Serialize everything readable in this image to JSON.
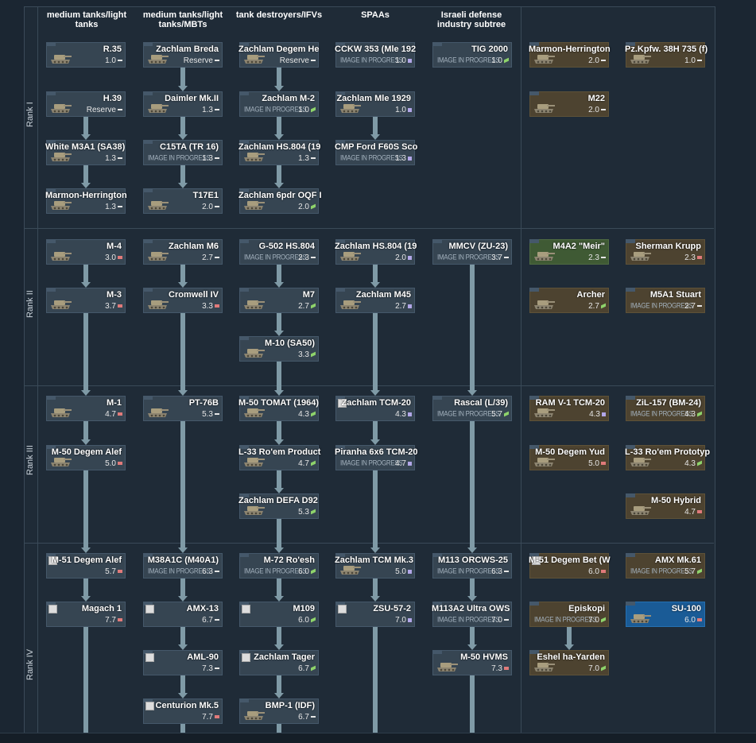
{
  "columns": [
    "medium tanks/light tanks",
    "medium tanks/light tanks/MBTs",
    "tank destroyers/IFVs",
    "SPAAs",
    "Israeli defense industry subtree"
  ],
  "ranks": [
    "Rank I",
    "Rank II",
    "Rank III",
    "Rank IV"
  ],
  "image_placeholder": "IMAGE IN PROGRESS",
  "vehicles": [
    {
      "name": "R.35",
      "br": "1.0",
      "m": "w",
      "k": "n"
    },
    {
      "name": "H.39",
      "br": "Reserve",
      "m": "w",
      "k": "n"
    },
    {
      "name": "White M3A1 (SA38)",
      "br": "1.3",
      "m": "w",
      "k": "n"
    },
    {
      "name": "Marmon-Herrington",
      "br": "1.3",
      "m": "w",
      "k": "n"
    },
    {
      "name": "M-4",
      "br": "3.0",
      "m": "r",
      "k": "n"
    },
    {
      "name": "M-3",
      "br": "3.7",
      "m": "r",
      "k": "n"
    },
    {
      "name": "M-1",
      "br": "4.7",
      "m": "r",
      "k": "n"
    },
    {
      "name": "M-50 Degem Alef",
      "br": "5.0",
      "m": "r",
      "k": "n"
    },
    {
      "name": "M-51 Degem Alef",
      "br": "5.7",
      "m": "r",
      "k": "b"
    },
    {
      "name": "Magach 1",
      "br": "7.7",
      "m": "r",
      "k": "b"
    },
    {
      "name": "Zachlam Breda",
      "br": "Reserve",
      "m": "w",
      "k": "n"
    },
    {
      "name": "Daimler Mk.II",
      "br": "1.3",
      "m": "w",
      "k": "n"
    },
    {
      "name": "C15TA (TR 16)",
      "br": "1.3",
      "m": "w",
      "k": "i"
    },
    {
      "name": "T17E1",
      "br": "2.0",
      "m": "w",
      "k": "n"
    },
    {
      "name": "Zachlam M6",
      "br": "2.7",
      "m": "w",
      "k": "n"
    },
    {
      "name": "Cromwell IV",
      "br": "3.3",
      "m": "r",
      "k": "n"
    },
    {
      "name": "PT-76B",
      "br": "5.3",
      "m": "w",
      "k": "n"
    },
    {
      "name": "M38A1C (M40A1)",
      "br": "6.3",
      "m": "w",
      "k": "i"
    },
    {
      "name": "AMX-13",
      "br": "6.7",
      "m": "w",
      "k": "b"
    },
    {
      "name": "AML-90",
      "br": "7.3",
      "m": "w",
      "k": "b"
    },
    {
      "name": "Centurion Mk.5",
      "br": "7.7",
      "m": "r",
      "k": "b"
    },
    {
      "name": "Zachlam Degem He",
      "br": "Reserve",
      "m": "w",
      "k": "n"
    },
    {
      "name": "Zachlam M-2",
      "br": "1.0",
      "m": "g",
      "k": "i"
    },
    {
      "name": "Zachlam HS.804 (19",
      "br": "1.3",
      "m": "w",
      "k": "n"
    },
    {
      "name": "Zachlam 6pdr OQF I",
      "br": "2.0",
      "m": "g",
      "k": "n"
    },
    {
      "name": "G-502 HS.804",
      "br": "2.3",
      "m": "w",
      "k": "i"
    },
    {
      "name": "M7",
      "br": "2.7",
      "m": "g",
      "k": "n"
    },
    {
      "name": "M-10 (SA50)",
      "br": "3.3",
      "m": "g",
      "k": "n"
    },
    {
      "name": "M-50 TOMAT (1964)",
      "br": "4.3",
      "m": "g",
      "k": "n"
    },
    {
      "name": "L-33 Ro'em Product",
      "br": "4.7",
      "m": "g",
      "k": "n"
    },
    {
      "name": "Zachlam DEFA D92",
      "br": "5.3",
      "m": "g",
      "k": "n"
    },
    {
      "name": "M-72 Ro'esh",
      "br": "6.0",
      "m": "g",
      "k": "i"
    },
    {
      "name": "M109",
      "br": "6.0",
      "m": "g",
      "k": "b"
    },
    {
      "name": "Zachlam Tager",
      "br": "6.7",
      "m": "g",
      "k": "b"
    },
    {
      "name": "BMP-1 (IDF)",
      "br": "6.7",
      "m": "w",
      "k": "n"
    },
    {
      "name": "CCKW 353 (Mle 192",
      "br": "1.0",
      "m": "p",
      "k": "i"
    },
    {
      "name": "Zachlam Mle 1929",
      "br": "1.0",
      "m": "p",
      "k": "n"
    },
    {
      "name": "CMP Ford F60S Sco",
      "br": "1.3",
      "m": "p",
      "k": "i"
    },
    {
      "name": "Zachlam HS.804 (19",
      "br": "2.0",
      "m": "p",
      "k": "n"
    },
    {
      "name": "Zachlam M45",
      "br": "2.7",
      "m": "p",
      "k": "n"
    },
    {
      "name": "Zachlam TCM-20",
      "br": "4.3",
      "m": "p",
      "k": "b"
    },
    {
      "name": "Piranha 6x6 TCM-20",
      "br": "4.7",
      "m": "p",
      "k": "i"
    },
    {
      "name": "Zachlam TCM Mk.3",
      "br": "5.0",
      "m": "p",
      "k": "n"
    },
    {
      "name": "ZSU-57-2",
      "br": "7.0",
      "m": "p",
      "k": "b"
    },
    {
      "name": "TIG 2000",
      "br": "1.0",
      "m": "g",
      "k": "i"
    },
    {
      "name": "MMCV (ZU-23)",
      "br": "3.7",
      "m": "w",
      "k": "i"
    },
    {
      "name": "Rascal (L/39)",
      "br": "5.7",
      "m": "g",
      "k": "i"
    },
    {
      "name": "M113 ORCWS-25",
      "br": "6.3",
      "m": "w",
      "k": "i"
    },
    {
      "name": "M113A2 Ultra OWS",
      "br": "7.0",
      "m": "w",
      "k": "i"
    },
    {
      "name": "M-50 HVMS",
      "br": "7.3",
      "m": "r",
      "k": "n"
    },
    {
      "name": "Marmon-Herrington",
      "br": "2.0",
      "m": "w",
      "k": "n"
    },
    {
      "name": "M22",
      "br": "2.0",
      "m": "w",
      "k": "n"
    },
    {
      "name": "M4A2 \"Meir\"",
      "br": "2.3",
      "m": "w",
      "k": "n"
    },
    {
      "name": "Archer",
      "br": "2.7",
      "m": "g",
      "k": "n"
    },
    {
      "name": "RAM V-1 TCM-20",
      "br": "4.3",
      "m": "p",
      "k": "n"
    },
    {
      "name": "M-50 Degem Yud",
      "br": "5.0",
      "m": "r",
      "k": "n"
    },
    {
      "name": "M-51 Degem Bet (W",
      "br": "6.0",
      "m": "r",
      "k": "b"
    },
    {
      "name": "Episkopi",
      "br": "7.0",
      "m": "g",
      "k": "i"
    },
    {
      "name": "Eshel ha-Yarden",
      "br": "7.0",
      "m": "g",
      "k": "n"
    },
    {
      "name": "Pz.Kpfw. 38H 735 (f)",
      "br": "1.0",
      "m": "w",
      "k": "n"
    },
    {
      "name": "Sherman Krupp",
      "br": "2.3",
      "m": "r",
      "k": "n"
    },
    {
      "name": "M5A1 Stuart",
      "br": "2.7",
      "m": "w",
      "k": "i"
    },
    {
      "name": "ZiL-157 (BM-24)",
      "br": "4.3",
      "m": "g",
      "k": "i"
    },
    {
      "name": "L-33 Ro'em Prototyp",
      "br": "4.3",
      "m": "g",
      "k": "n"
    },
    {
      "name": "M-50 Hybrid",
      "br": "4.7",
      "m": "r",
      "k": "n"
    },
    {
      "name": "AMX Mk.61",
      "br": "5.7",
      "m": "g",
      "k": "i"
    },
    {
      "name": "SU-100",
      "br": "6.0",
      "m": "r",
      "k": "n"
    }
  ]
}
